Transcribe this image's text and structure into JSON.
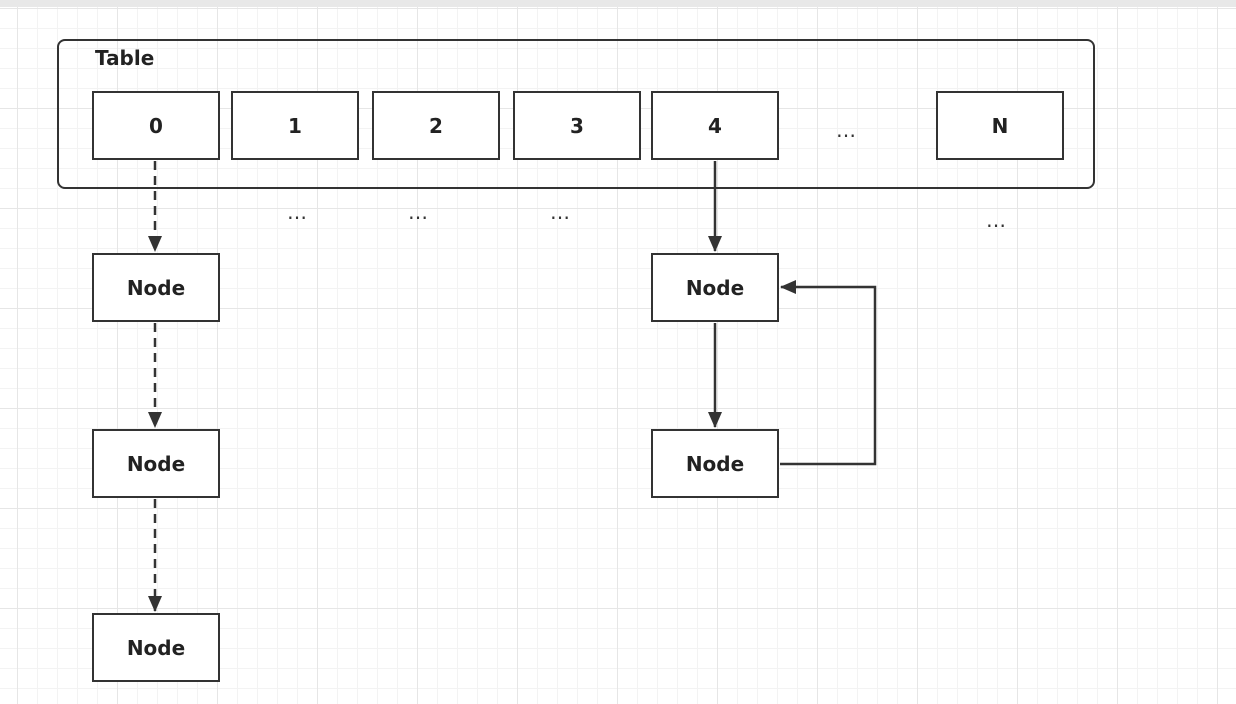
{
  "table": {
    "label": "Table",
    "cells": [
      "0",
      "1",
      "2",
      "3",
      "4",
      "N"
    ],
    "gap_dots": "…"
  },
  "chain_dots": "…",
  "nodes": {
    "label": "Node"
  }
}
